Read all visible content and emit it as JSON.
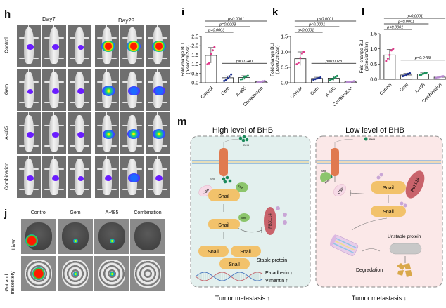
{
  "panels": {
    "h": {
      "label": "h",
      "timepoints": [
        "Day7",
        "Day28"
      ],
      "groups": [
        "Control",
        "Gem",
        "A-485",
        "Combination"
      ]
    },
    "j": {
      "label": "j",
      "columns": [
        "Control",
        "Gem",
        "A-485",
        "Combination"
      ],
      "rows": [
        "Liver",
        "Gut and mesentery"
      ]
    },
    "m": {
      "label": "m",
      "left": {
        "title": "High level of BHB",
        "bhb": "BHB",
        "cbp": "CBP",
        "kbhb": "Kbhb",
        "snail": "Snail",
        "fbxl14": "FBXL14",
        "ub": "Ub",
        "stable": "Stable protein",
        "ecad": "E-cadherin ↓",
        "vim": "Vimentin ↑",
        "outcome": "Tumor metastasis ↑"
      },
      "right": {
        "title": "Low level of BHB",
        "bhb": "BHB",
        "cbp": "CBP",
        "kbhb": "Kbhb",
        "snail": "Snail",
        "fbxl14": "FBXL14",
        "ub": "Ub",
        "unstable": "Unstable protein",
        "degradation": "Degradation",
        "outcome": "Tumor metastasis ↓"
      },
      "colors": {
        "high_bg": "#e3f0ee",
        "low_bg": "#fbe8e8",
        "snail": "#f2c26b",
        "fbxl14": "#c9636b",
        "bhb": "#1b8a5a",
        "receptor": "#e07a4f",
        "cbp": "#f6d9e6",
        "kbhb": "#8cc56c",
        "ub": "#c9a6d6"
      }
    }
  },
  "chart_data": [
    {
      "panel": "i",
      "type": "bar",
      "categories": [
        "Control",
        "Gem",
        "A-485",
        "Combination"
      ],
      "values": [
        1.48,
        0.27,
        0.28,
        0.05
      ],
      "errors": [
        0.42,
        0.1,
        0.1,
        0.04
      ],
      "points": [
        [
          1.0,
          1.05,
          1.55,
          1.75,
          1.92
        ],
        [
          0.1,
          0.15,
          0.25,
          0.35,
          0.45
        ],
        [
          0.18,
          0.2,
          0.3,
          0.35,
          0.38
        ],
        [
          0.02,
          0.03,
          0.05,
          0.08,
          0.1
        ]
      ],
      "colors": [
        "#e0388a",
        "#1c2f8f",
        "#1a8f5a",
        "#b78ad0"
      ],
      "ylabel": "Fold-change BLI (p/sec/cm2/sr)",
      "ylim": [
        0,
        2.5
      ],
      "yticks": [
        "0.0",
        "0.5",
        "1.0",
        "1.5",
        "2.0",
        "2.5"
      ],
      "comparisons": [
        {
          "from": 0,
          "to": 1,
          "text": "p=0.0003"
        },
        {
          "from": 0,
          "to": 2,
          "text": "p=0.0003"
        },
        {
          "from": 0,
          "to": 3,
          "text": "p<0.0001"
        },
        {
          "from": 1,
          "to": 3,
          "text": "p=0.0240"
        }
      ]
    },
    {
      "panel": "k",
      "type": "bar",
      "categories": [
        "Control",
        "Gem",
        "A-485",
        "Combination"
      ],
      "values": [
        0.78,
        0.14,
        0.15,
        0.03
      ],
      "errors": [
        0.22,
        0.04,
        0.07,
        0.02
      ],
      "points": [
        [
          0.6,
          0.65,
          0.8,
          0.95,
          1.0
        ],
        [
          0.1,
          0.12,
          0.14,
          0.15,
          0.17
        ],
        [
          0.08,
          0.12,
          0.15,
          0.18,
          0.22
        ],
        [
          0.01,
          0.02,
          0.03,
          0.04,
          0.05
        ]
      ],
      "colors": [
        "#e0388a",
        "#1c2f8f",
        "#1a8f5a",
        "#b78ad0"
      ],
      "ylabel": "Fold-change BLI (p/sec/cm2/sr)",
      "ylim": [
        0,
        1.5
      ],
      "yticks": [
        "0.0",
        "0.5",
        "1.0",
        "1.5"
      ],
      "comparisons": [
        {
          "from": 0,
          "to": 1,
          "text": "p<0.0001"
        },
        {
          "from": 0,
          "to": 2,
          "text": "p<0.0001"
        },
        {
          "from": 0,
          "to": 3,
          "text": "p<0.0001"
        },
        {
          "from": 1,
          "to": 3,
          "text": "p=0.0023"
        }
      ]
    },
    {
      "panel": "l",
      "type": "bar",
      "categories": [
        "Control",
        "Gem",
        "A-485",
        "Combination"
      ],
      "values": [
        0.8,
        0.14,
        0.17,
        0.07
      ],
      "errors": [
        0.18,
        0.05,
        0.04,
        0.03
      ],
      "points": [
        [
          0.6,
          0.68,
          0.8,
          0.95,
          1.0
        ],
        [
          0.1,
          0.12,
          0.15,
          0.18,
          0.2
        ],
        [
          0.13,
          0.15,
          0.18,
          0.2,
          0.22
        ],
        [
          0.05,
          0.06,
          0.07,
          0.09,
          0.1
        ]
      ],
      "colors": [
        "#e0388a",
        "#1c2f8f",
        "#1a8f5a",
        "#b78ad0"
      ],
      "ylabel": "Fold-change BLI (p/sec/cm2/sr)",
      "ylim": [
        0,
        1.5
      ],
      "yticks": [
        "0.0",
        "0.5",
        "1.0",
        "1.5"
      ],
      "comparisons": [
        {
          "from": 0,
          "to": 1,
          "text": "p<0.0001"
        },
        {
          "from": 0,
          "to": 2,
          "text": "p<0.0001"
        },
        {
          "from": 0,
          "to": 3,
          "text": "p<0.0001"
        },
        {
          "from": 1,
          "to": 3,
          "text": "p=0.0488"
        }
      ]
    }
  ]
}
